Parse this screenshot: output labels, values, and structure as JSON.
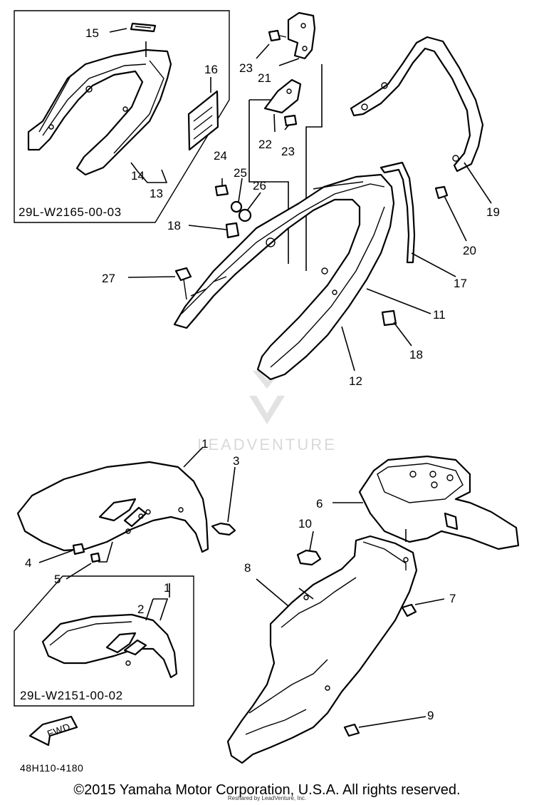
{
  "diagram": {
    "callouts": {
      "c1_top": "1",
      "c1_box": "1",
      "c2": "2",
      "c3": "3",
      "c4": "4",
      "c5": "5",
      "c6": "6",
      "c7": "7",
      "c8": "8",
      "c9": "9",
      "c10": "10",
      "c11": "11",
      "c12": "12",
      "c13": "13",
      "c14": "14",
      "c15": "15",
      "c16": "16",
      "c17": "17",
      "c18a": "18",
      "c18b": "18",
      "c19": "19",
      "c20": "20",
      "c21": "21",
      "c22": "22",
      "c23a": "23",
      "c23b": "23",
      "c24": "24",
      "c25": "25",
      "c26": "26",
      "c27": "27"
    },
    "box_codes": {
      "rear_box": "29L-W2165-00-03",
      "front_box": "29L-W2151-00-02"
    },
    "fwd_label": "FWD",
    "figure_code": "48H110-4180",
    "watermark": "LEADVENTURE"
  },
  "footer": {
    "copyright": "©2015 Yamaha Motor Corporation, U.S.A. All rights reserved.",
    "reshared": "Reshared by LeadVenture, Inc."
  }
}
